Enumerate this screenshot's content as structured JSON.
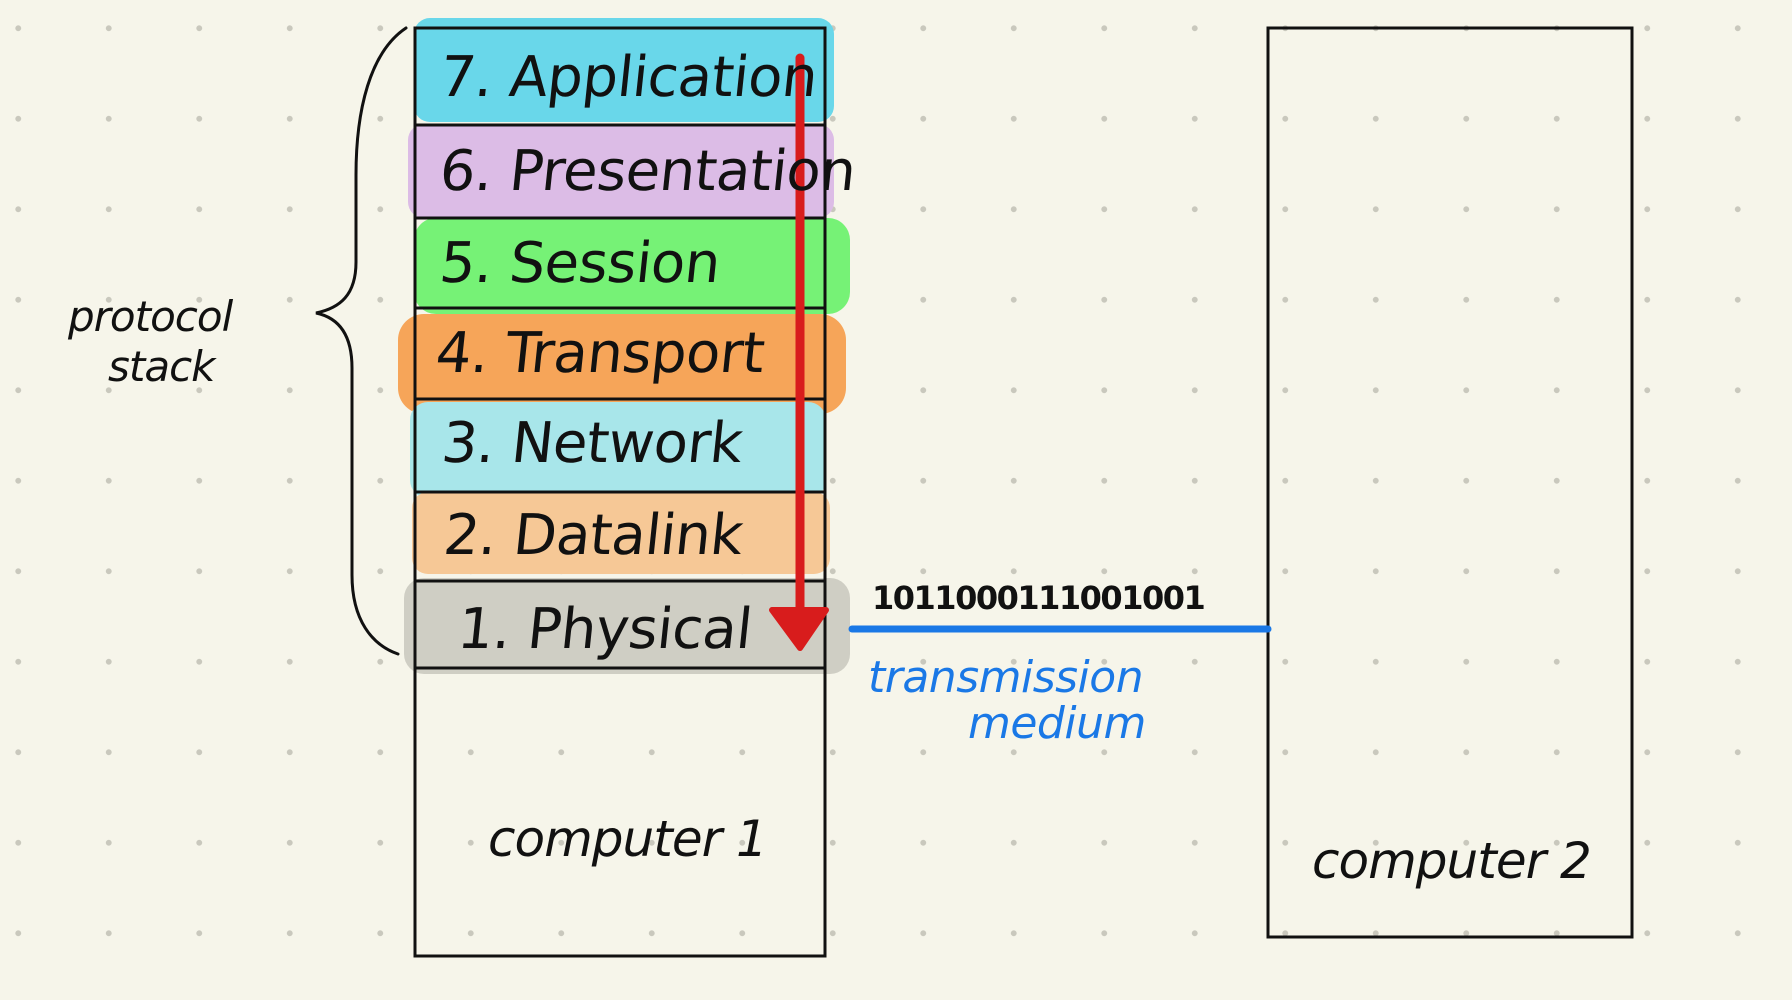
{
  "diagram": {
    "side_label": {
      "line1": "protocol",
      "line2": "stack"
    },
    "layers": [
      {
        "label": "7. Application",
        "color": "#69d7ea"
      },
      {
        "label": "6. Presentation",
        "color": "#dcbce6"
      },
      {
        "label": "5. Session",
        "color": "#76f276"
      },
      {
        "label": "4. Transport",
        "color": "#f6a559"
      },
      {
        "label": "3. Network",
        "color": "#a8e6ea"
      },
      {
        "label": "2. Datalink",
        "color": "#f6c896"
      },
      {
        "label": "1. Physical",
        "color": "#cfcec4"
      }
    ],
    "computer1_label": "computer 1",
    "computer2_label": "computer 2",
    "bits": "1011000111001001",
    "medium_label": {
      "line1": "transmission",
      "line2": "medium"
    },
    "colors": {
      "arrow": "#d81c1c",
      "medium_line": "#1a78e6",
      "outline": "#111111",
      "background": "#f6f5ea"
    }
  }
}
